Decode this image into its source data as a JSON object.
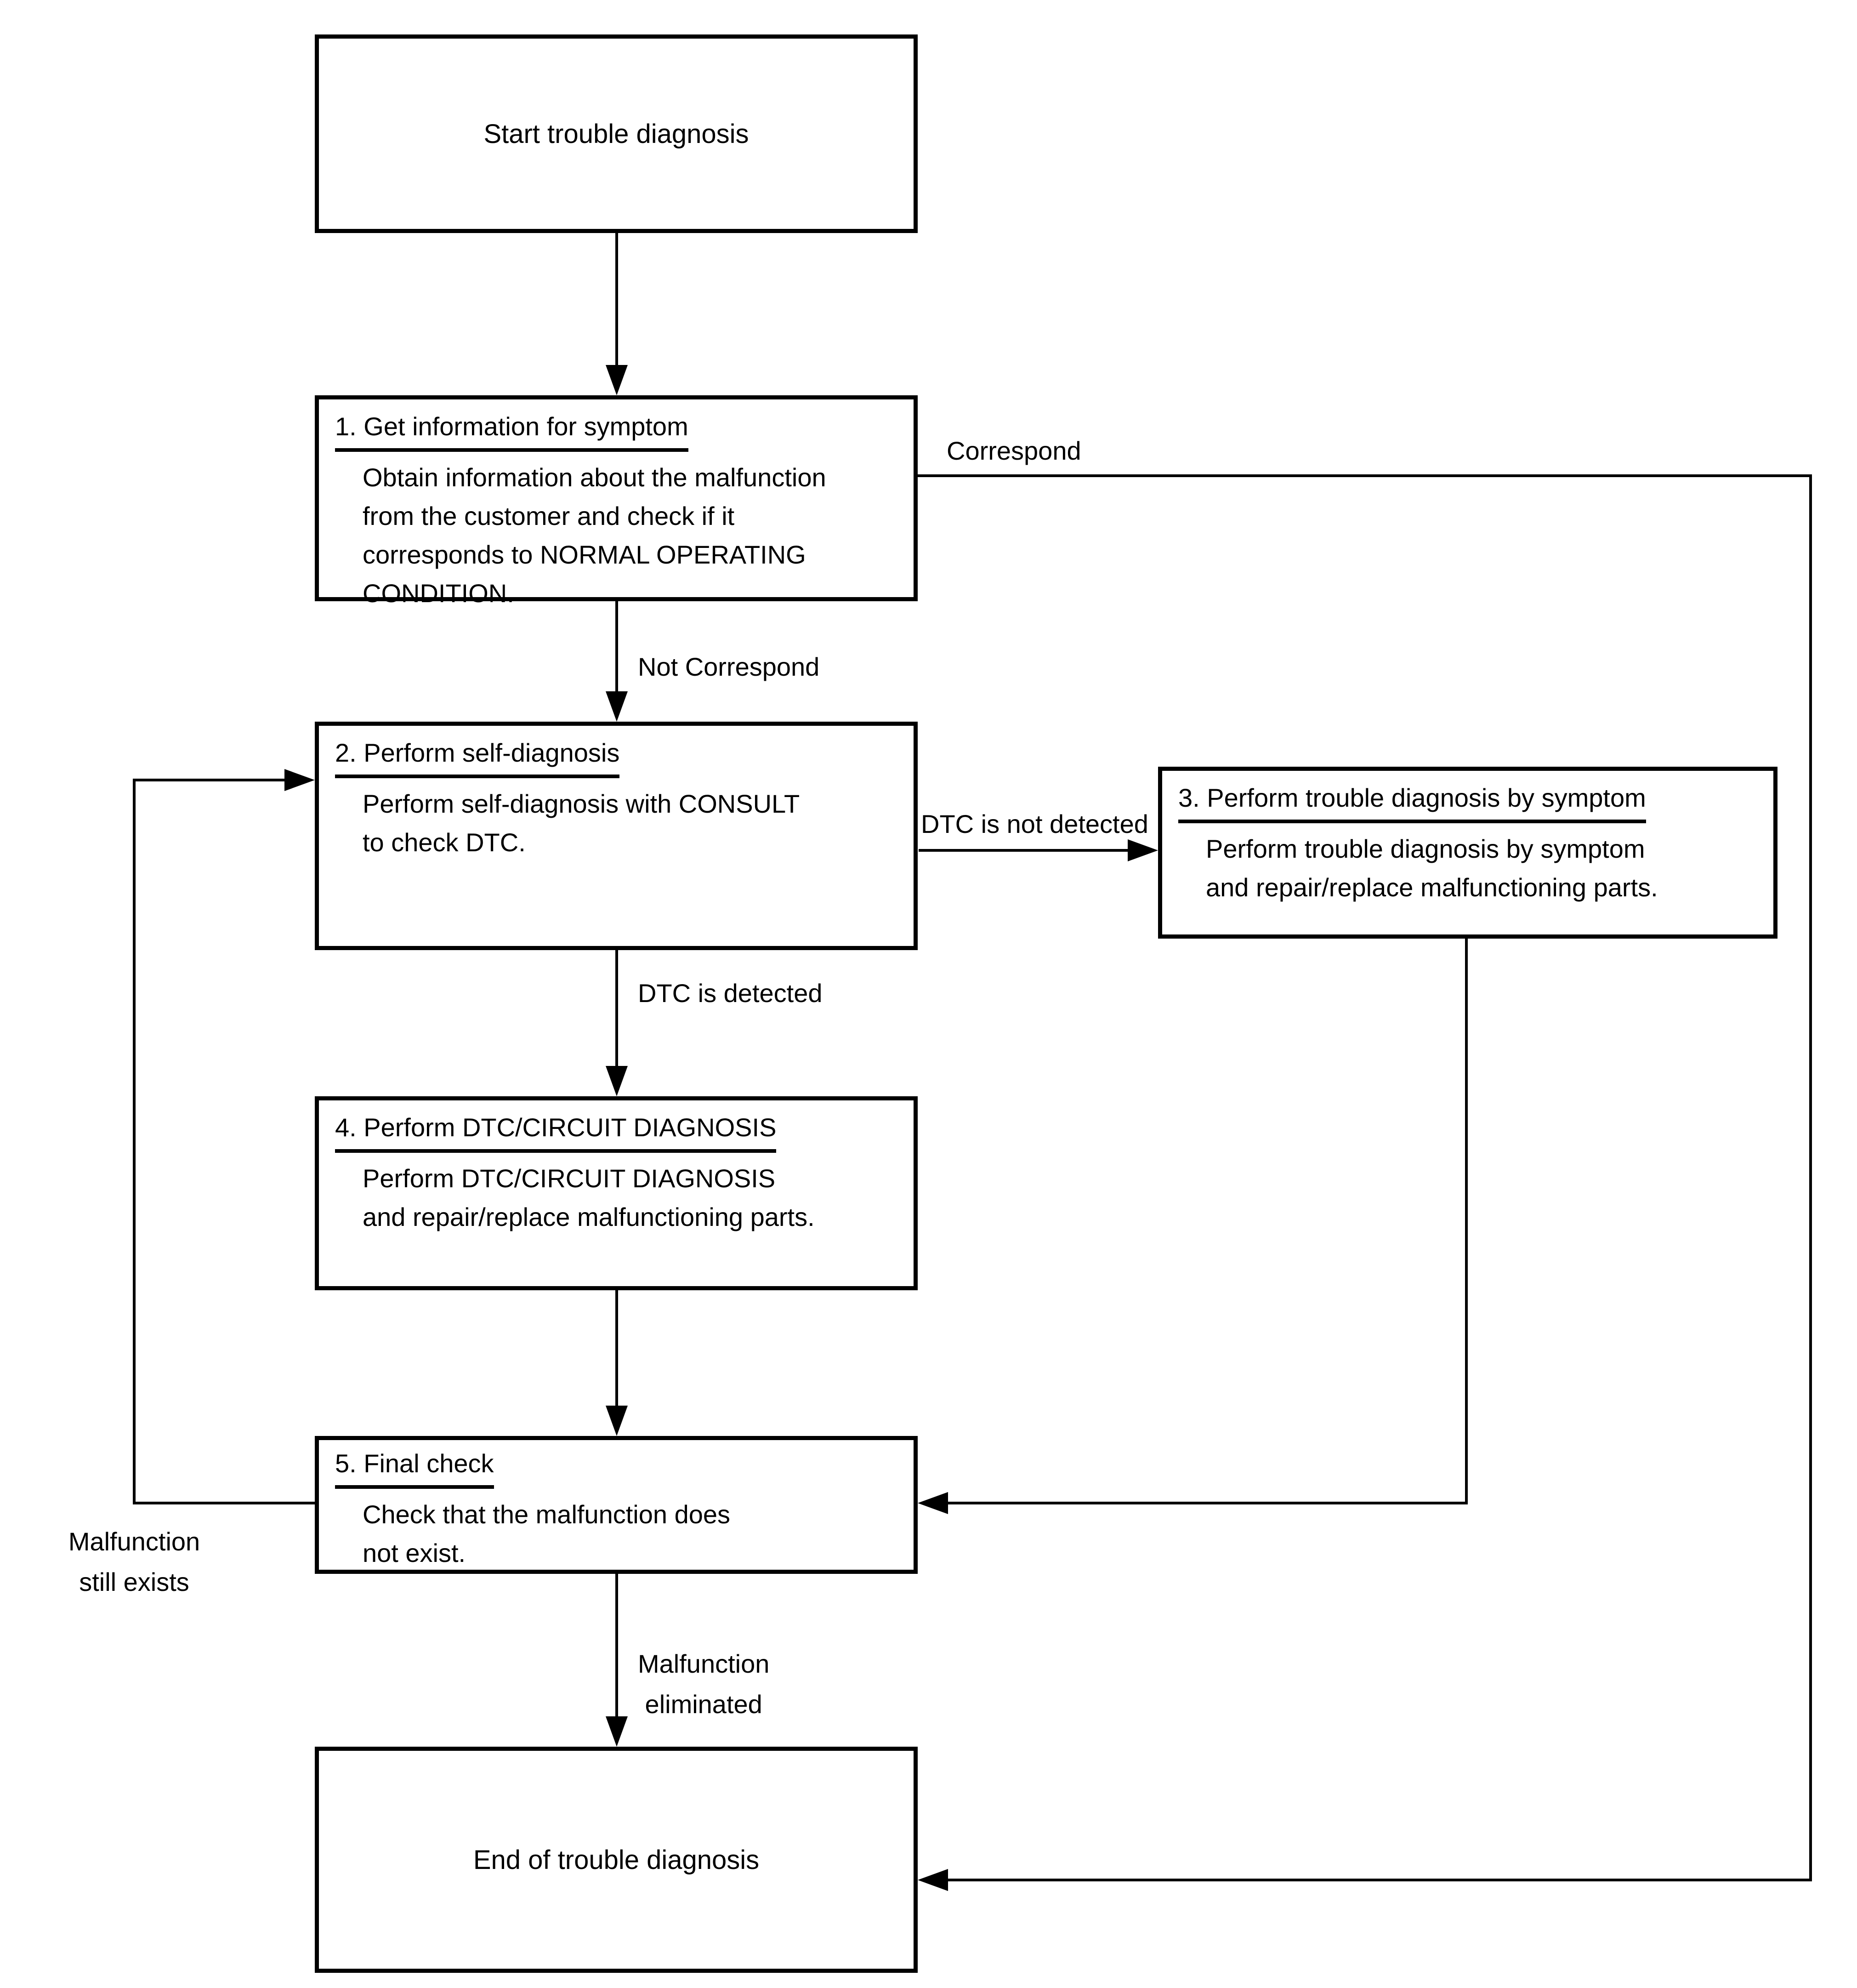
{
  "boxes": {
    "start": {
      "label": "Start trouble diagnosis"
    },
    "step1": {
      "title": "1. Get information for symptom",
      "lines": [
        "Obtain information about the malfunction",
        "from the customer and check if it",
        "corresponds to NORMAL OPERATING",
        "CONDITION."
      ]
    },
    "step2": {
      "title": "2. Perform self-diagnosis",
      "lines": [
        "Perform self-diagnosis with CONSULT",
        "to check DTC."
      ]
    },
    "step3": {
      "title": "3. Perform trouble diagnosis by symptom",
      "lines": [
        "Perform trouble diagnosis by symptom",
        "and repair/replace malfunctioning parts."
      ]
    },
    "step4": {
      "title": "4. Perform DTC/CIRCUIT DIAGNOSIS",
      "lines": [
        "Perform DTC/CIRCUIT DIAGNOSIS",
        "and repair/replace malfunctioning parts."
      ]
    },
    "step5": {
      "title": "5. Final check",
      "lines": [
        "Check that the malfunction does",
        "not exist."
      ]
    },
    "end": {
      "label": "End of trouble diagnosis"
    }
  },
  "edge_labels": {
    "correspond": "Correspond",
    "not_correspond": "Not Correspond",
    "dtc_not_detected": "DTC is not detected",
    "dtc_detected": "DTC is detected",
    "malfunction_still_exists": [
      "Malfunction",
      "still exists"
    ],
    "malfunction_eliminated": [
      "Malfunction",
      "eliminated"
    ]
  },
  "colors": {
    "line": "#000000",
    "background": "#ffffff",
    "text": "#000000"
  }
}
